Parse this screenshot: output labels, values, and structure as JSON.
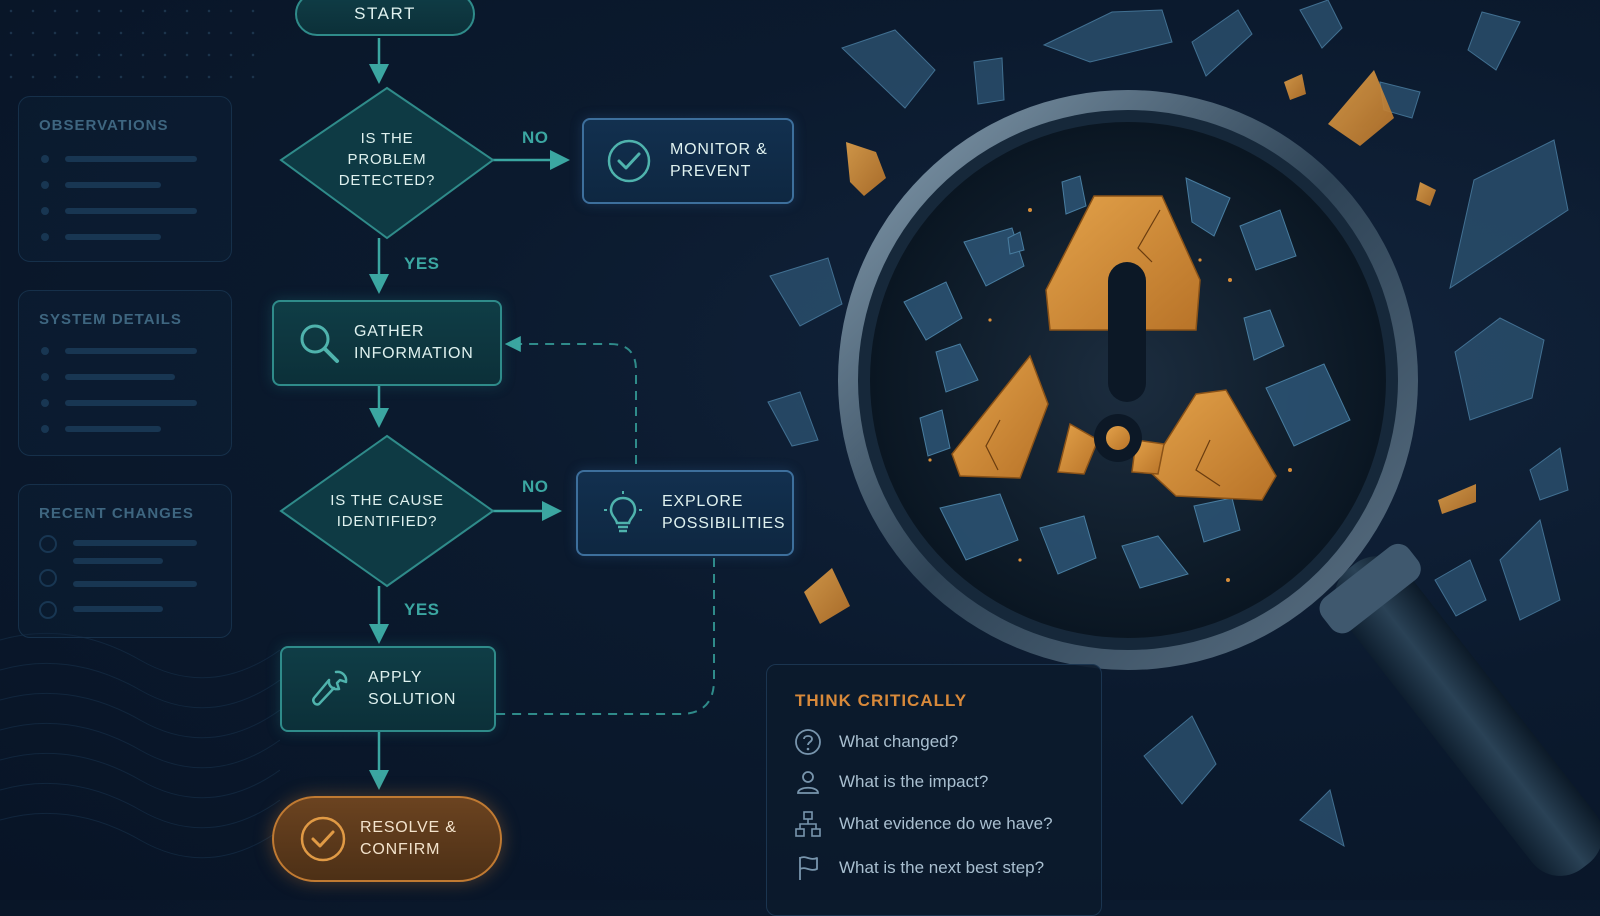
{
  "panels": [
    {
      "title": "OBSERVATIONS"
    },
    {
      "title": "SYSTEM DETAILS"
    },
    {
      "title": "RECENT CHANGES"
    }
  ],
  "flow": {
    "start": "START",
    "q1": "IS THE\nPROBLEM\nDETECTED?",
    "q1_no": "NO",
    "q1_yes": "YES",
    "monitor": "MONITOR &\nPREVENT",
    "gather": "GATHER\nINFORMATION",
    "q2": "IS THE CAUSE\nIDENTIFIED?",
    "q2_no": "NO",
    "q2_yes": "YES",
    "explore": "EXPLORE\nPOSSIBILITIES",
    "apply": "APPLY\nSOLUTION",
    "resolve": "RESOLVE &\nCONFIRM"
  },
  "think": {
    "title": "THINK CRITICALLY",
    "questions": [
      {
        "icon": "question-circle-icon",
        "text": "What changed?"
      },
      {
        "icon": "person-icon",
        "text": "What is the impact?"
      },
      {
        "icon": "hierarchy-icon",
        "text": "What evidence do we have?"
      },
      {
        "icon": "flag-icon",
        "text": "What is the next best step?"
      }
    ]
  },
  "colors": {
    "teal": "#2f8b8a",
    "blue": "#3d6f9c",
    "amber": "#d8893a",
    "background": "#0b1a2e"
  }
}
